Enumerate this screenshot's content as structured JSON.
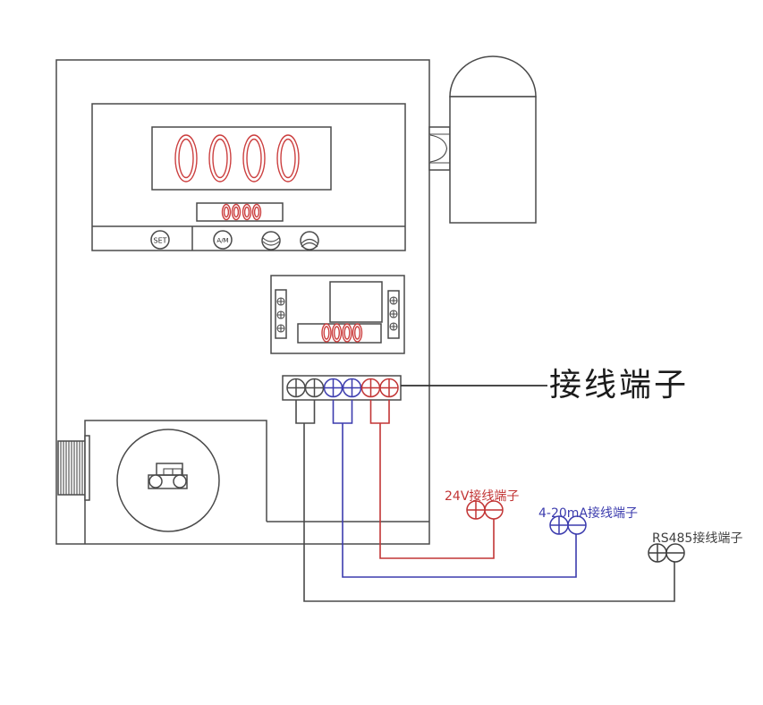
{
  "diagram": {
    "title_label": "接线端子",
    "display_panel": {
      "main_display_value": "0000",
      "secondary_display_value": "0000",
      "set_button": "SET",
      "auto_manual_button": "A/M"
    },
    "module": {
      "display_value": "0000",
      "screw_terminals_left": 3,
      "screw_terminals_right": 3
    },
    "terminal_block": {
      "terminals": [
        {
          "index": 1,
          "color": "black",
          "symbol": "+"
        },
        {
          "index": 2,
          "color": "black",
          "symbol": "+"
        },
        {
          "index": 3,
          "color": "blue",
          "symbol": "+"
        },
        {
          "index": 4,
          "color": "blue",
          "symbol": "+"
        },
        {
          "index": 5,
          "color": "red",
          "symbol": "+"
        },
        {
          "index": 6,
          "color": "red",
          "symbol": "+"
        }
      ]
    },
    "external_terminals": [
      {
        "label": "24V接线端子",
        "color": "#c23535",
        "polarity": [
          "+",
          "-"
        ]
      },
      {
        "label": "4-20mA接线端子",
        "color": "#3c3cae",
        "polarity": [
          "+",
          "-"
        ]
      },
      {
        "label": "RS485接线端子",
        "color": "#3f3f3f",
        "polarity": [
          "+",
          "-"
        ]
      }
    ],
    "colors": {
      "wire_red": "#c23535",
      "wire_blue": "#3c3cae",
      "wire_black": "#4a4a4a",
      "digit_red": "#cc4040",
      "label_black": "#1b1b1b"
    }
  }
}
